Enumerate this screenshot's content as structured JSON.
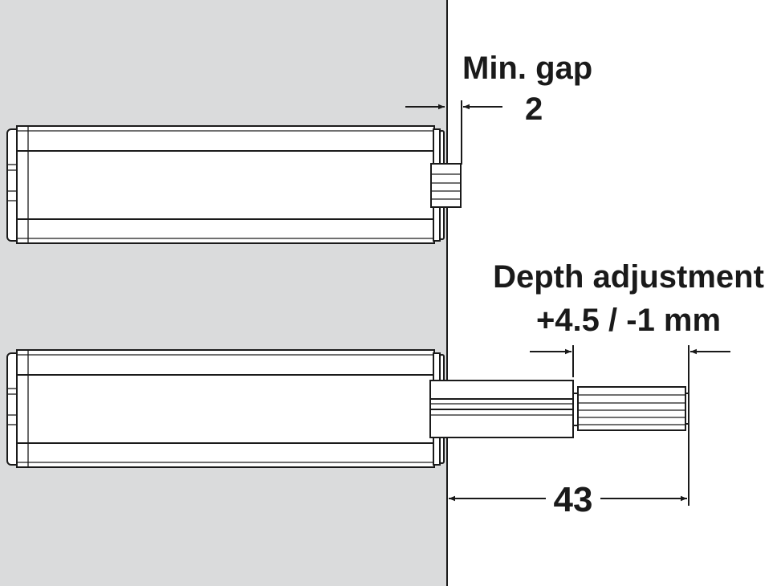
{
  "labels": {
    "min_gap": "Min. gap",
    "min_gap_value": "2",
    "depth_adjustment": "Depth adjustment",
    "depth_range": "+4.5 / -1 mm",
    "extension_length": "43"
  },
  "colors": {
    "panel": "#dadbdc",
    "line": "#1a1a1a"
  }
}
